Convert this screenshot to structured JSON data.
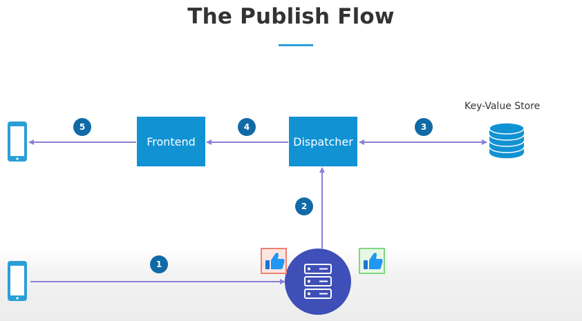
{
  "title": "The Publish Flow",
  "nodes": {
    "frontend": "Frontend",
    "dispatcher": "Dispatcher",
    "kv_store": "Key-Value Store"
  },
  "steps": [
    "1",
    "2",
    "3",
    "4",
    "5"
  ],
  "colors": {
    "title": "#333333",
    "accent_underline": "#2a9fd6",
    "box": "#1192d3",
    "badge": "#116aa6",
    "arrow": "#8a7fd6",
    "server_circle": "#3f4fb8",
    "like_frame_left": "#f08070",
    "like_frame_right": "#7dd87d"
  },
  "icons": [
    "phone-icon",
    "database-icon",
    "server-icon",
    "thumbs-up-icon"
  ]
}
